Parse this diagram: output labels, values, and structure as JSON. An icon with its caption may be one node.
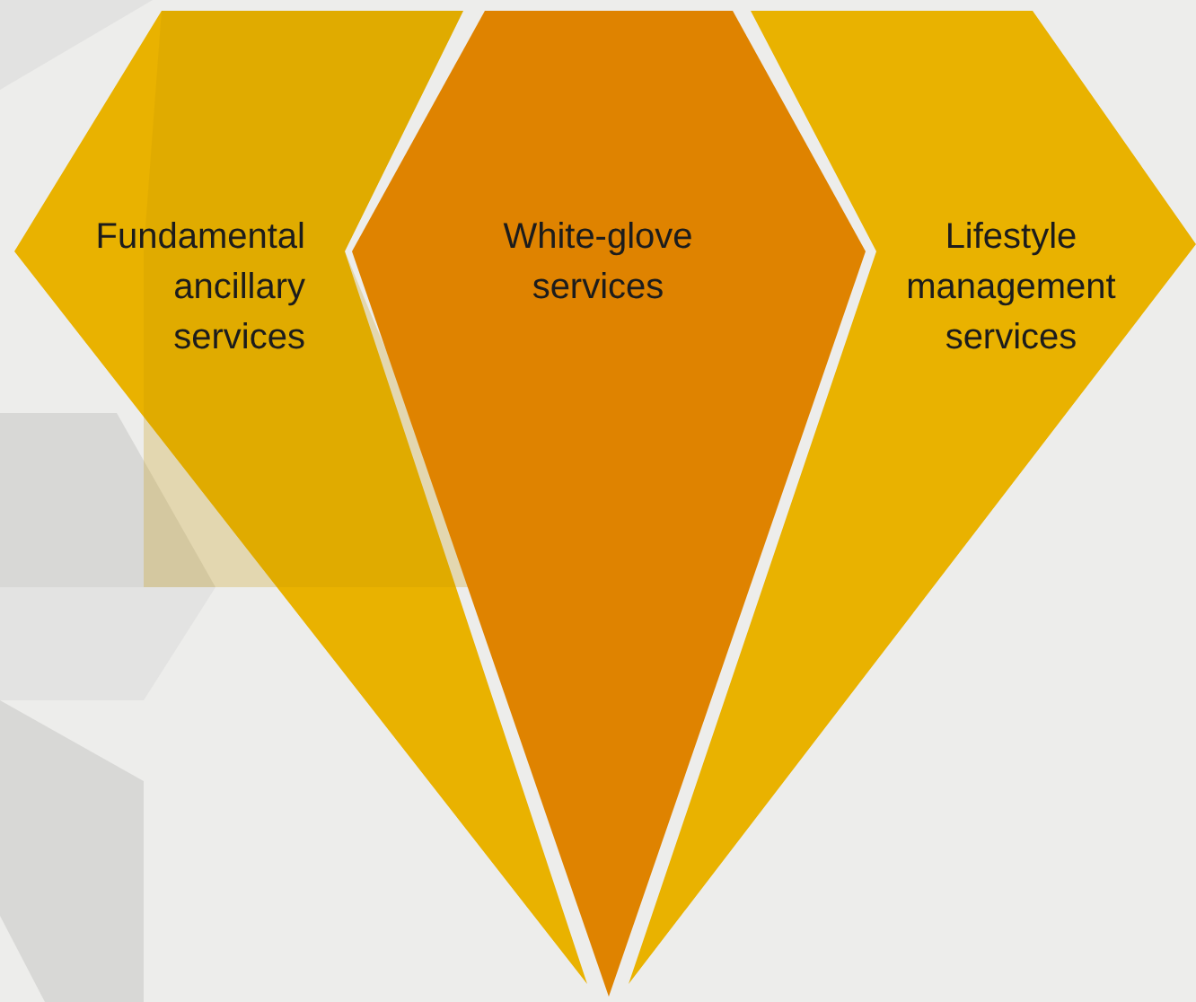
{
  "diagram": {
    "nodes": [
      {
        "text": [
          "Fundamental ancillary services"
        ]
      },
      {
        "text": [
          "White-glove services"
        ]
      },
      {
        "text": [
          "Lifestyle management services"
        ]
      }
    ]
  }
}
